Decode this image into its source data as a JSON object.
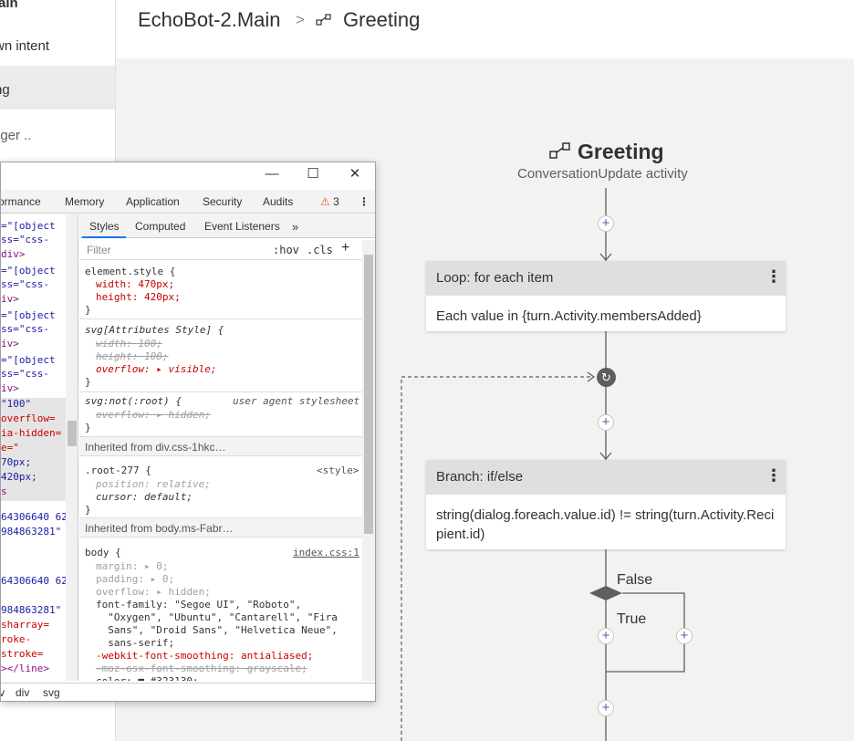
{
  "nav": {
    "items": [
      {
        "label": "ain"
      },
      {
        "label": "wn intent"
      },
      {
        "label": "ng"
      },
      {
        "label": "gger .."
      }
    ]
  },
  "breadcrumb": {
    "root": "EchoBot-2.Main",
    "separator": ">",
    "leaf": "Greeting"
  },
  "flow": {
    "trigger": {
      "title": "Greeting",
      "subtitle": "ConversationUpdate activity"
    },
    "loop": {
      "title": "Loop: for each item",
      "body": "Each value in {turn.Activity.membersAdded}"
    },
    "branch": {
      "title": "Branch: if/else",
      "body": "string(dialog.foreach.value.id) != string(turn.Activity.Recipient.id)",
      "false_label": "False",
      "true_label": "True"
    },
    "more_glyph": "⋮",
    "add_glyph": "+"
  },
  "devtools": {
    "tabs": [
      {
        "label": "ormance"
      },
      {
        "label": "Memory"
      },
      {
        "label": "Application"
      },
      {
        "label": "Security"
      },
      {
        "label": "Audits"
      }
    ],
    "warn_count": "3",
    "elements_lines": [
      "=\"[object",
      "ss=\"css-",
      "div>",
      "=\"[object",
      "ss=\"css-",
      "iv>",
      "=\"[object",
      "ss=\"css-",
      "iv>",
      "=\"[object",
      "ss=\"css-",
      "iv>",
      "\"100\"",
      " overflow=",
      "ia-hidden=",
      "e=\"",
      "70px;",
      "420px;",
      "s",
      "64306640 62",
      "984863281\"",
      "64306640 62",
      "984863281\"",
      "sharray=",
      "roke-",
      " stroke=",
      "></line>"
    ],
    "styles_tabs": {
      "styles": "Styles",
      "computed": "Computed",
      "listeners": "Event Listeners",
      "more": "»"
    },
    "filter_placeholder": "Filter",
    "hov": ":hov",
    "cls": ".cls",
    "plus": "+",
    "rules": {
      "element_style": "element.style {",
      "width": "width: 470px;",
      "height": "height: 420px;",
      "close": "}",
      "svg_attr": "svg[Attributes Style] {",
      "svg_width": "width: 100;",
      "svg_height": "height: 100;",
      "svg_overflow": "overflow: ▸ visible;",
      "svg_not_root": "svg:not(:root) {",
      "ua_label": "user agent stylesheet",
      "ua_overflow": "overflow: ▸ hidden;",
      "inherited_div": "Inherited from div.css-1hkc…",
      "root_rule": ".root-277 {",
      "root_src": "<style>",
      "position": "position: relative;",
      "cursor": "cursor: default;",
      "inherited_body": "Inherited from body.ms-Fabr…",
      "body_rule": "body {",
      "body_src": "index.css:1",
      "margin": "margin: ▸ 0;",
      "padding": "padding: ▸ 0;",
      "overflow": "overflow: ▸ hidden;",
      "font_family_1": "font-family: \"Segoe UI\", \"Roboto\",",
      "font_family_2": "  \"Oxygen\", \"Ubuntu\", \"Cantarell\", \"Fira",
      "font_family_3": "  Sans\", \"Droid Sans\", \"Helvetica Neue\",",
      "font_family_4": "  sans-serif;",
      "webkit": "-webkit-font-smoothing: antialiased;",
      "moz": "-moz-osx-font-smoothing: grayscale;",
      "color": "color: ■ #323130;"
    },
    "crumbs": [
      "v",
      "div",
      "svg"
    ]
  }
}
